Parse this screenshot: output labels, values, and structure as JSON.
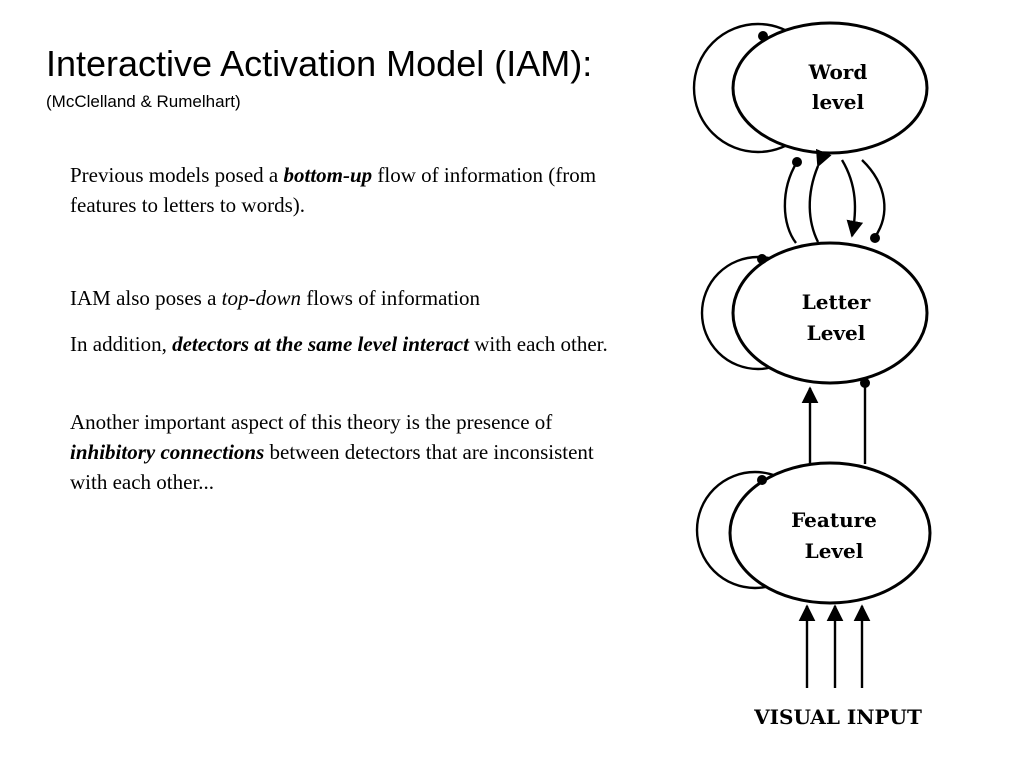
{
  "slide": {
    "title": "Interactive Activation Model (IAM):",
    "subtitle": "(McClelland & Rumelhart)",
    "para1": {
      "pre": "Previous models posed a ",
      "emph": "bottom-up",
      "post": " flow of information (from features to letters to words)."
    },
    "para2": {
      "pre": "IAM also poses  a ",
      "emph": "top-down",
      "post": " flows of information"
    },
    "para3": {
      "pre": "In addition, ",
      "emph": "detectors at the same level interact",
      "post": " with each other."
    },
    "para4": {
      "pre": "Another important aspect of this theory is the presence of ",
      "emph": "inhibitory connections",
      "post": " between detectors that are inconsistent with each other..."
    }
  },
  "diagram": {
    "word_level": [
      "Word",
      "level"
    ],
    "letter_level": [
      "Letter",
      "Level"
    ],
    "feature_level": [
      "Feature",
      "Level"
    ],
    "input_label": "VISUAL INPUT"
  }
}
